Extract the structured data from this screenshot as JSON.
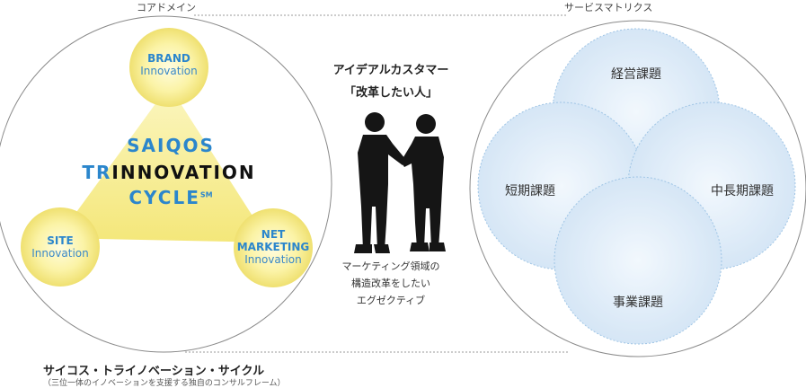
{
  "left_panel": {
    "section_title": "コアドメイン",
    "cycle_title": {
      "line1": "SAIQOS",
      "line2_prefix": "TR",
      "line2_rest": "INNOVATION",
      "line3": "CYCLE",
      "line3_mark": "SM"
    },
    "nodes": {
      "brand": {
        "name": "BRAND",
        "sub": "Innovation"
      },
      "site": {
        "name": "SITE",
        "sub": "Innovation"
      },
      "net": {
        "name1": "NET",
        "name2": "MARKETING",
        "sub": "Innovation"
      }
    },
    "footer_title": "サイコス・トライノベーション・サイクル",
    "footer_subtitle": "（三位一体のイノベーションを支援する独自のコンサルフレーム）"
  },
  "center": {
    "persona_title": "アイデアルカスタマー",
    "persona_quote": "「改革したい人」",
    "description": [
      "マーケティング領域の",
      "構造改革をしたい",
      "エグゼクティブ"
    ]
  },
  "right_panel": {
    "section_title": "サービスマトリクス",
    "circles": [
      "経営課題",
      "短期課題",
      "中長期課題",
      "事業課題"
    ]
  },
  "colors": {
    "accent_blue": "#2b86cc",
    "node_yellow": "#f7ef8e",
    "venn_blue": "#cfe3f5",
    "venn_stroke": "#7fb2dd",
    "outline": "#8a8a8a"
  },
  "icons": [
    "handshake-silhouette-icon"
  ]
}
